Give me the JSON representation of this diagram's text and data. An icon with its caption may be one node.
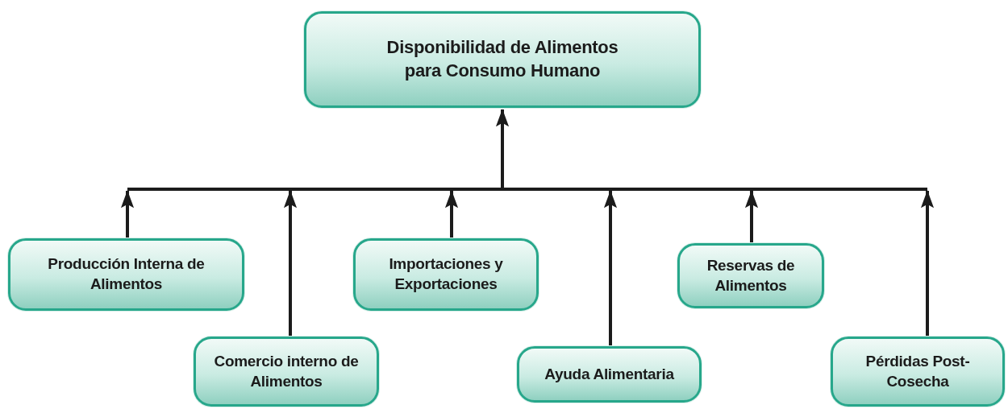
{
  "diagram": {
    "nodes": [
      {
        "text": [
          "Disponibilidad de Alimentos para Consumo Humano"
        ]
      },
      {
        "text": [
          "Producción Interna de Alimentos"
        ]
      },
      {
        "text": [
          "Comercio interno de Alimentos"
        ]
      },
      {
        "text": [
          "Importaciones y Exportaciones"
        ]
      },
      {
        "text": [
          "Ayuda Alimentaria"
        ]
      },
      {
        "text": [
          "Reservas de Alimentos"
        ]
      },
      {
        "text": [
          "Pérdidas Post-Cosecha"
        ]
      }
    ],
    "edges": [
      {
        "from": 1,
        "to": 0,
        "arrow": "to"
      },
      {
        "from": 2,
        "to": 0,
        "arrow": "to"
      },
      {
        "from": 3,
        "to": 0,
        "arrow": "to"
      },
      {
        "from": 4,
        "to": 0,
        "arrow": "to"
      },
      {
        "from": 5,
        "to": 0,
        "arrow": "to"
      },
      {
        "from": 6,
        "to": 0,
        "arrow": "to"
      }
    ]
  }
}
